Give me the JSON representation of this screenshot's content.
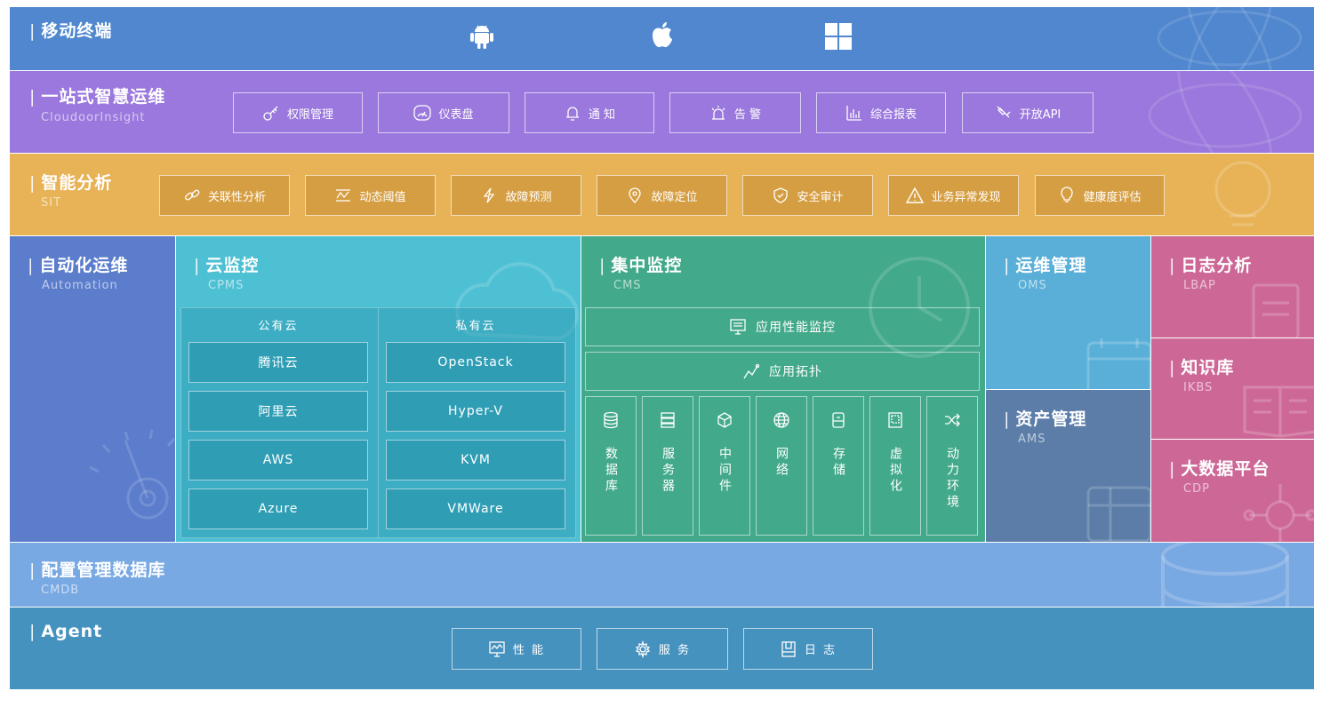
{
  "colors": {
    "mobile": "#5087ce",
    "ops": "#9a78dd",
    "sit": "#e8b357",
    "automation": "#5b7dcc",
    "cpms": "#4ec0d3",
    "cms": "#42a98a",
    "oms": "#5aafd8",
    "ams": "#5b7da8",
    "lbap": "#cd6896",
    "cmdb": "#79a9e2",
    "agent": "#4692bf"
  },
  "mobile": {
    "title": "移动终端",
    "icons": [
      "android-icon",
      "apple-icon",
      "windows-icon"
    ]
  },
  "ops": {
    "title": "一站式智慧运维",
    "sub": "CloudoorInsight",
    "chips": [
      "权限管理",
      "仪表盘",
      "通 知",
      "告 警",
      "综合报表",
      "开放API"
    ]
  },
  "sit": {
    "title": "智能分析",
    "sub": "SIT",
    "chips": [
      "关联性分析",
      "动态阈值",
      "故障预测",
      "故障定位",
      "安全审计",
      "业务异常发现",
      "健康度评估"
    ]
  },
  "automation": {
    "title": "自动化运维",
    "sub": "Automation"
  },
  "cpms": {
    "title": "云监控",
    "sub": "CPMS",
    "public_header": "公有云",
    "private_header": "私有云",
    "public": [
      "腾讯云",
      "阿里云",
      "AWS",
      "Azure"
    ],
    "private": [
      "OpenStack",
      "Hyper-V",
      "KVM",
      "VMWare"
    ]
  },
  "cms": {
    "title": "集中监控",
    "sub": "CMS",
    "apm": "应用性能监控",
    "topology": "应用拓扑",
    "cells": [
      "数据库",
      "服务器",
      "中间件",
      "网络",
      "存储",
      "虚拟化",
      "动力环境"
    ]
  },
  "oms": {
    "title": "运维管理",
    "sub": "OMS"
  },
  "ams": {
    "title": "资产管理",
    "sub": "AMS"
  },
  "lbap": {
    "title": "日志分析",
    "sub": "LBAP"
  },
  "ikbs": {
    "title": "知识库",
    "sub": "IKBS"
  },
  "cdp": {
    "title": "大数据平台",
    "sub": "CDP"
  },
  "cmdb": {
    "title": "配置管理数据库",
    "sub": "CMDB"
  },
  "agent": {
    "title": "Agent",
    "chips": [
      "性 能",
      "服 务",
      "日 志"
    ]
  }
}
